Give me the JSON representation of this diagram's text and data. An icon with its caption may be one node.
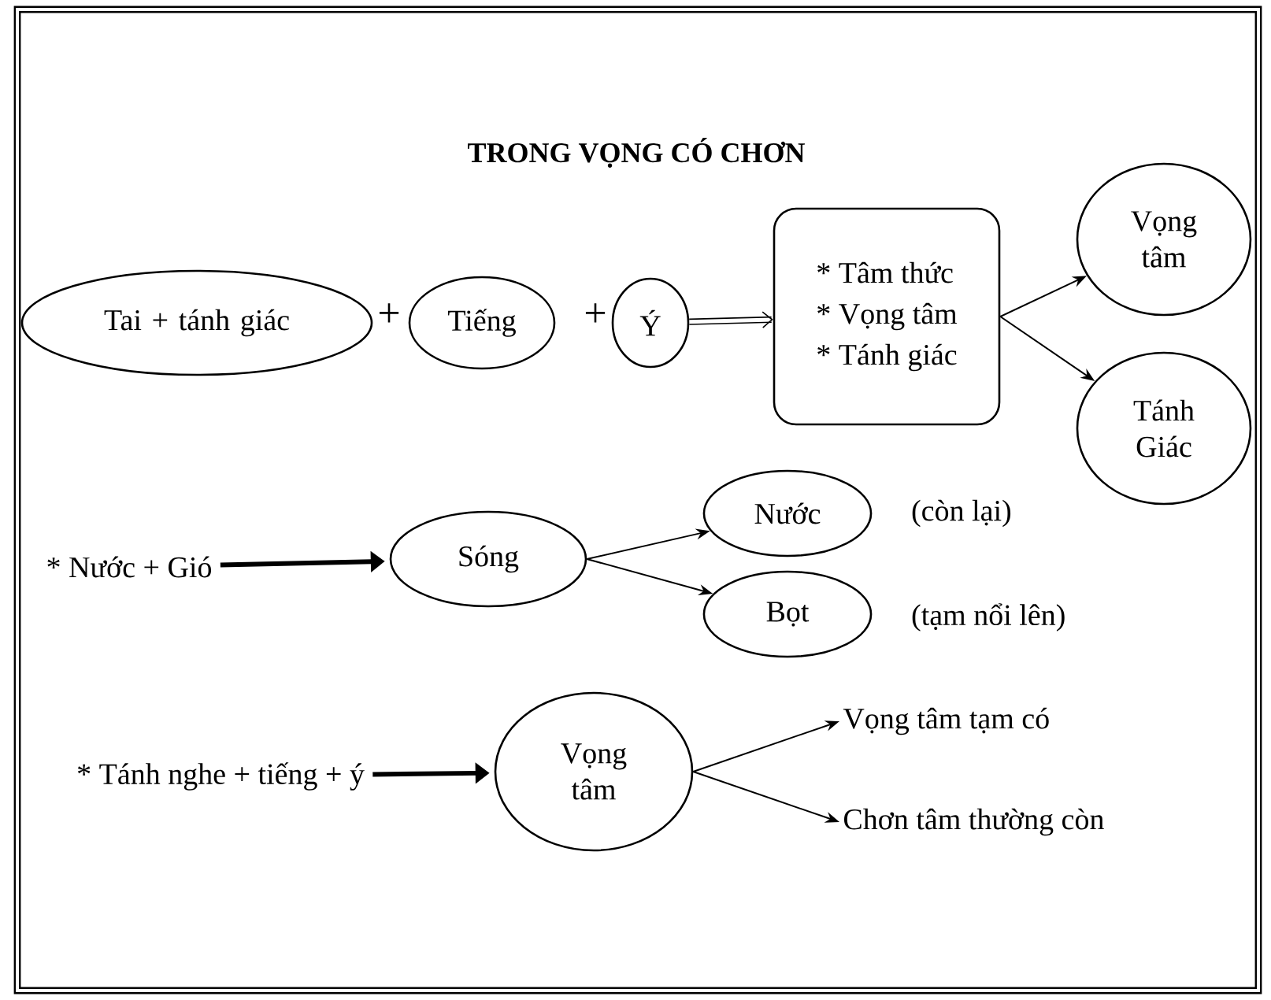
{
  "diagram": {
    "title": "TRONG VỌNG CÓ CHƠN",
    "nodes": [
      {
        "text": [
          "Tai + tánh giác"
        ]
      },
      {
        "text": [
          "Tiếng"
        ]
      },
      {
        "text": [
          "Ý"
        ]
      },
      {
        "text": [
          "* Tâm thức",
          "* Vọng tâm",
          "* Tánh giác"
        ]
      },
      {
        "text": [
          "Vọng tâm"
        ]
      },
      {
        "text": [
          "Tánh Giác"
        ]
      },
      {
        "text": [
          "* Nước + Gió"
        ]
      },
      {
        "text": [
          "Sóng"
        ]
      },
      {
        "text": [
          "Nước"
        ],
        "beside": [
          "(còn lại)"
        ]
      },
      {
        "text": [
          "Bọt"
        ],
        "beside": [
          "(tạm nổi lên)"
        ]
      },
      {
        "text": [
          "* Tánh nghe  +  tiếng  + ý"
        ]
      },
      {
        "text": [
          "Vọng tâm"
        ]
      },
      {
        "text": [
          "Vọng tâm tạm có"
        ]
      },
      {
        "text": [
          "Chơn tâm thường còn"
        ]
      }
    ],
    "edges": [
      {
        "from": 2,
        "to": 3,
        "arrow": "to",
        "style": "thick"
      },
      {
        "from": 3,
        "to": 4,
        "arrow": "to"
      },
      {
        "from": 3,
        "to": 5,
        "arrow": "to"
      },
      {
        "from": 6,
        "to": 7,
        "arrow": "to",
        "style": "thick"
      },
      {
        "from": 7,
        "to": 8,
        "arrow": "to"
      },
      {
        "from": 7,
        "to": 9,
        "arrow": "to"
      },
      {
        "from": 10,
        "to": 11,
        "arrow": "to",
        "style": "thick"
      },
      {
        "from": 11,
        "to": 12,
        "arrow": "to"
      },
      {
        "from": 11,
        "to": 13,
        "arrow": "to"
      }
    ],
    "labels": [
      "+",
      "+"
    ]
  }
}
